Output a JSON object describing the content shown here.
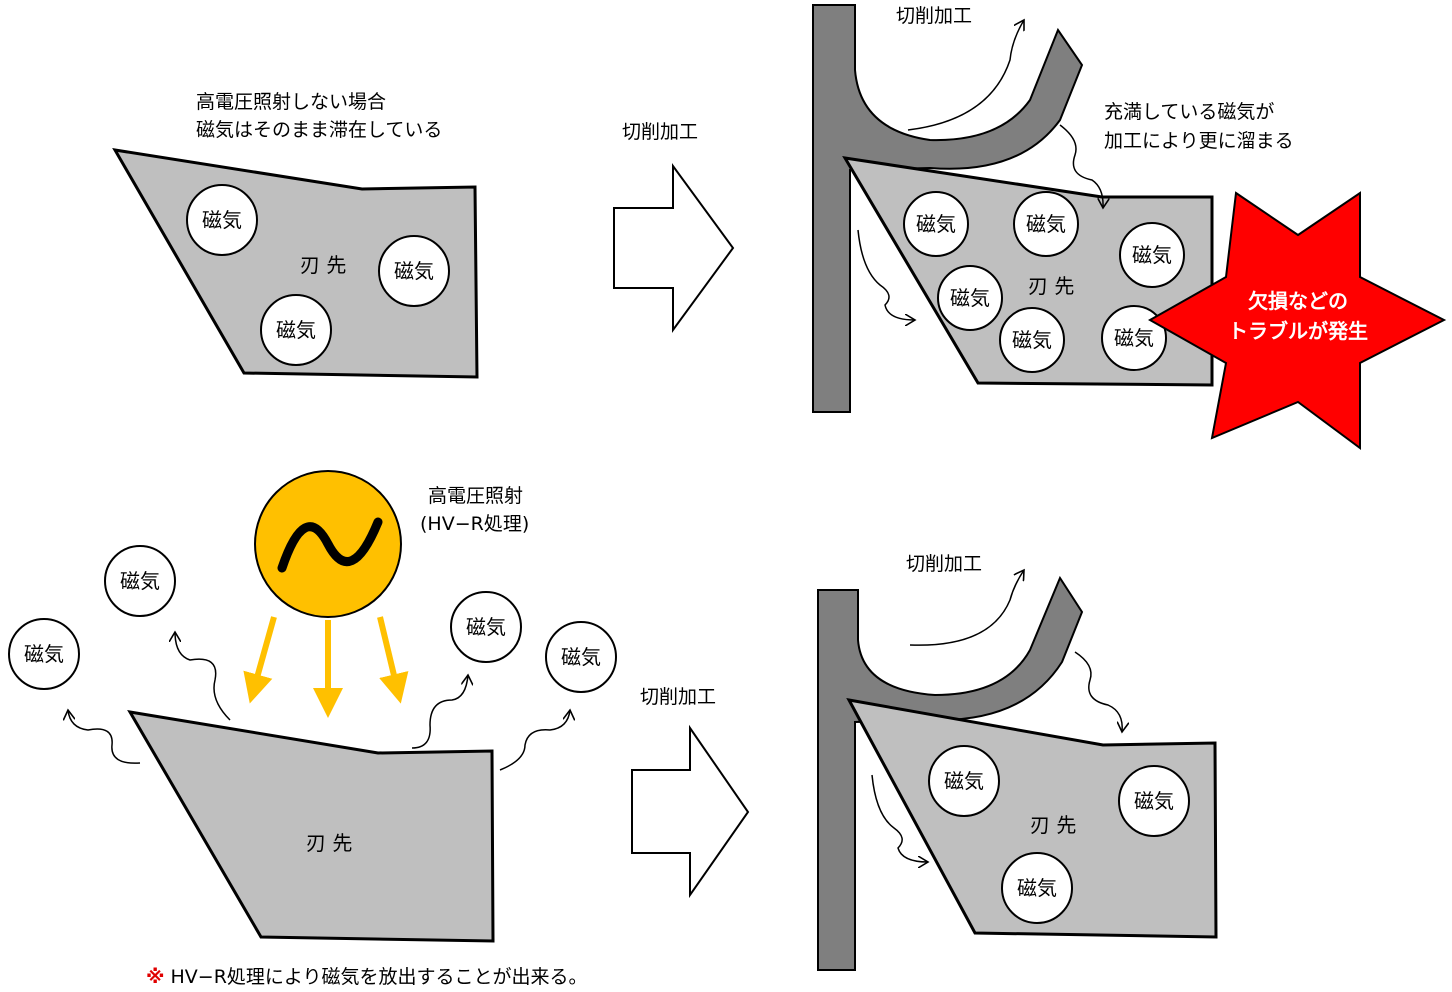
{
  "circle_label": "磁気",
  "blade_label": "刃 先",
  "cutting_label": "切削加工",
  "top_left": {
    "caption_line1": "高電圧照射しない場合",
    "caption_line2": "磁気はそのまま滞在している"
  },
  "top_right": {
    "caption_line1": "充満している磁気が",
    "caption_line2": "加工により更に溜まる",
    "star_line1": "欠損などの",
    "star_line2": "トラブルが発生"
  },
  "bottom_left": {
    "source_line1": "高電圧照射",
    "source_line2": "(HV−R処理)"
  },
  "note": {
    "mark": "※",
    "text": " HV−R処理により磁気を放出することが出来る。"
  },
  "colors": {
    "blade_fill": "#bfbfbf",
    "tool_fill": "#7f7f7f",
    "source_fill": "#ffc000",
    "beam_color": "#ffc000",
    "star_fill": "#ff0000",
    "note_mark": "#e00000"
  },
  "icons": [
    "sine-wave-icon",
    "wavy-arrow-icon",
    "block-arrow-icon",
    "explosion-star-icon"
  ]
}
